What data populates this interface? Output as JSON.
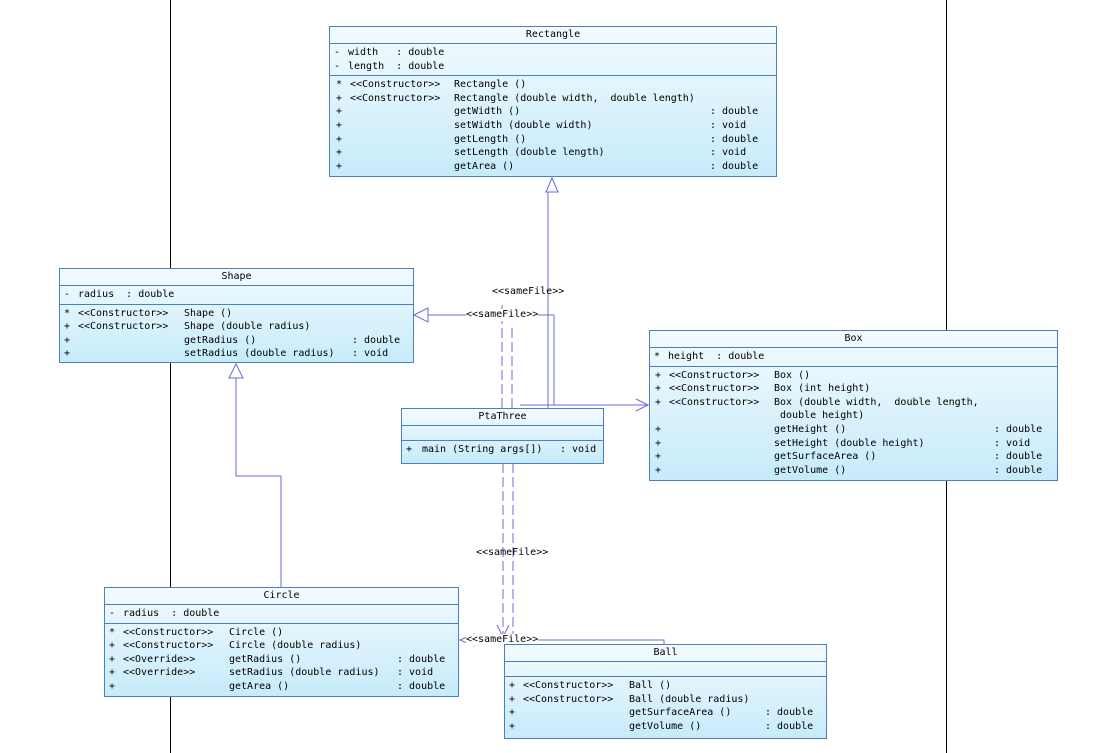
{
  "classes": {
    "rectangle": {
      "name": "Rectangle",
      "attributes": [
        {
          "vis": "-",
          "text": "width   : double"
        },
        {
          "vis": "-",
          "text": "length  : double"
        }
      ],
      "operations": [
        {
          "vis": "*",
          "stereo": "<<Constructor>>",
          "sig": "Rectangle ()",
          "type": ""
        },
        {
          "vis": "+",
          "stereo": "<<Constructor>>",
          "sig": "Rectangle (double width,  double length)",
          "type": ""
        },
        {
          "vis": "+",
          "stereo": "",
          "sig": "getWidth ()",
          "type": ": double"
        },
        {
          "vis": "+",
          "stereo": "",
          "sig": "setWidth (double width)",
          "type": ": void"
        },
        {
          "vis": "+",
          "stereo": "",
          "sig": "getLength ()",
          "type": ": double"
        },
        {
          "vis": "+",
          "stereo": "",
          "sig": "setLength (double length)",
          "type": ": void"
        },
        {
          "vis": "+",
          "stereo": "",
          "sig": "getArea ()",
          "type": ": double"
        }
      ]
    },
    "shape": {
      "name": "Shape",
      "attributes": [
        {
          "vis": "-",
          "text": "radius  : double"
        }
      ],
      "operations": [
        {
          "vis": "*",
          "stereo": "<<Constructor>>",
          "sig": "Shape ()",
          "type": ""
        },
        {
          "vis": "+",
          "stereo": "<<Constructor>>",
          "sig": "Shape (double radius)",
          "type": ""
        },
        {
          "vis": "+",
          "stereo": "",
          "sig": "getRadius ()",
          "type": ": double"
        },
        {
          "vis": "+",
          "stereo": "",
          "sig": "setRadius (double radius)",
          "type": ": void"
        }
      ]
    },
    "box": {
      "name": "Box",
      "attributes": [
        {
          "vis": "*",
          "text": "height  : double"
        }
      ],
      "operations": [
        {
          "vis": "+",
          "stereo": "<<Constructor>>",
          "sig": "Box ()",
          "type": ""
        },
        {
          "vis": "+",
          "stereo": "<<Constructor>>",
          "sig": "Box (int height)",
          "type": ""
        },
        {
          "vis": "+",
          "stereo": "<<Constructor>>",
          "sig": "Box (double width,  double length,",
          "type": ""
        },
        {
          "vis": "",
          "stereo": "",
          "sig": " double height)",
          "type": ""
        },
        {
          "vis": "+",
          "stereo": "",
          "sig": "getHeight ()",
          "type": ": double"
        },
        {
          "vis": "+",
          "stereo": "",
          "sig": "setHeight (double height)",
          "type": ": void"
        },
        {
          "vis": "+",
          "stereo": "",
          "sig": "getSurfaceArea ()",
          "type": ": double"
        },
        {
          "vis": "+",
          "stereo": "",
          "sig": "getVolume ()",
          "type": ": double"
        }
      ]
    },
    "ptathree": {
      "name": "PtaThree",
      "attributes": [],
      "operations": [
        {
          "vis": "+",
          "stereo": "",
          "sig": "main (String args[])",
          "type": ": void"
        }
      ]
    },
    "circle": {
      "name": "Circle",
      "attributes": [
        {
          "vis": "-",
          "text": "radius  : double"
        }
      ],
      "operations": [
        {
          "vis": "*",
          "stereo": "<<Constructor>>",
          "sig": "Circle ()",
          "type": ""
        },
        {
          "vis": "+",
          "stereo": "<<Constructor>>",
          "sig": "Circle (double radius)",
          "type": ""
        },
        {
          "vis": "+",
          "stereo": "<<Override>>",
          "sig": "getRadius ()",
          "type": ": double"
        },
        {
          "vis": "+",
          "stereo": "<<Override>>",
          "sig": "setRadius (double radius)",
          "type": ": void"
        },
        {
          "vis": "+",
          "stereo": "",
          "sig": "getArea ()",
          "type": ": double"
        }
      ]
    },
    "ball": {
      "name": "Ball",
      "attributes": [],
      "operations": [
        {
          "vis": "+",
          "stereo": "<<Constructor>>",
          "sig": "Ball ()",
          "type": ""
        },
        {
          "vis": "+",
          "stereo": "<<Constructor>>",
          "sig": "Ball (double radius)",
          "type": ""
        },
        {
          "vis": "+",
          "stereo": "",
          "sig": "getSurfaceArea ()",
          "type": ": double"
        },
        {
          "vis": "+",
          "stereo": "",
          "sig": "getVolume ()",
          "type": ": double"
        }
      ]
    }
  },
  "connector_labels": {
    "rect_samefile": "<<sameFile>>",
    "shape_samefile": "<<sameFile>>",
    "ball_samefile": "<<sameFile>>",
    "circle_samefile": "<<sameFile>>"
  },
  "colors": {
    "class_border": "#4a7fc0",
    "class_fill_top": "#f3fbff",
    "class_fill_bottom": "#c6ebfa",
    "connector": "#6a6ae0"
  }
}
